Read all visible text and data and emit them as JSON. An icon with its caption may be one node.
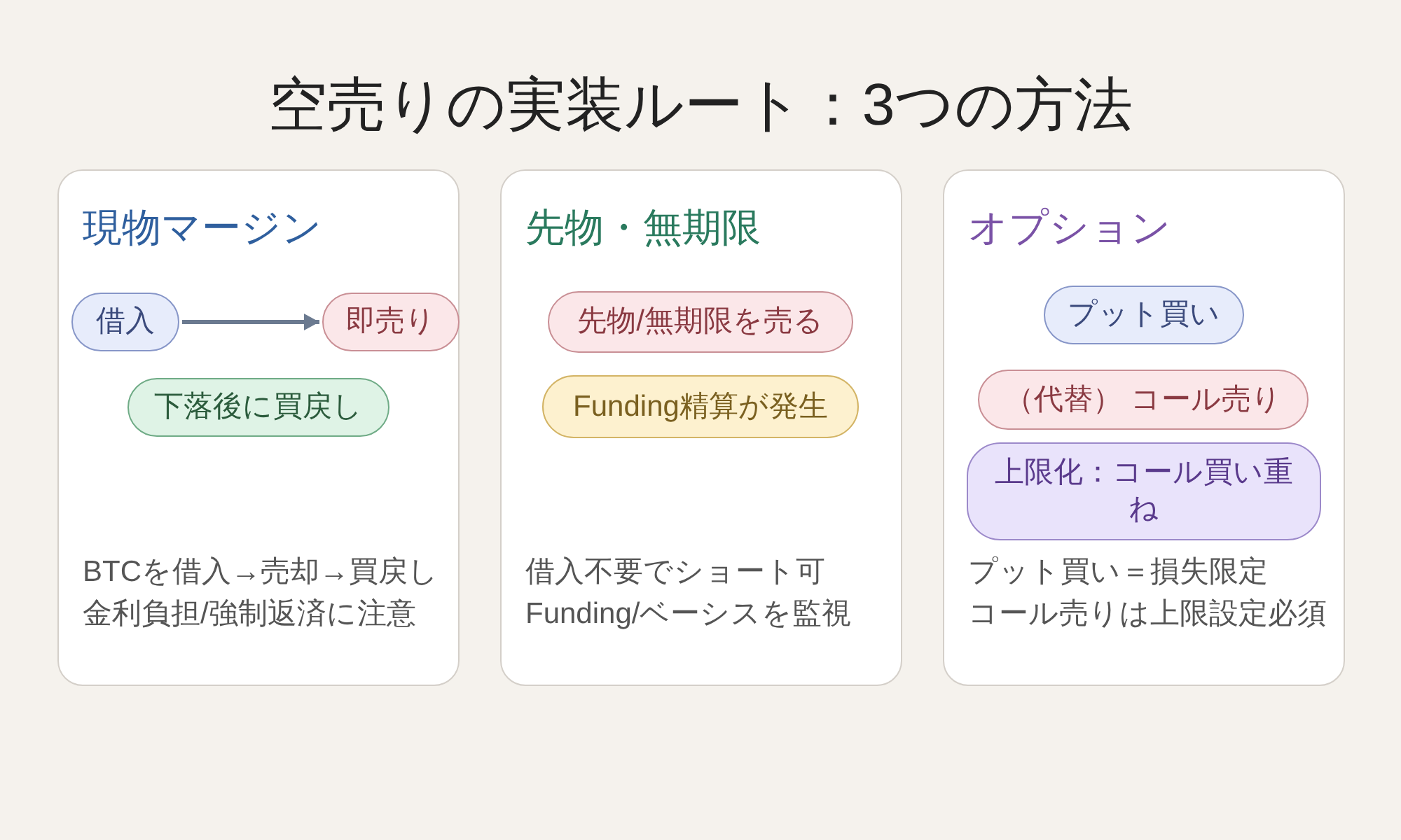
{
  "diagram": {
    "title": "空売りの実装ルート：3つの方法",
    "nodes": [
      {
        "text": [
          "現物マージン",
          "BTCを借入→売却→買戻し",
          "金利負担/強制返済に注意"
        ]
      },
      {
        "text": [
          "借入"
        ],
        "in": 0
      },
      {
        "text": [
          "即売り"
        ],
        "in": 0
      },
      {
        "text": [
          "下落後に買戻し"
        ],
        "in": 0
      },
      {
        "text": [
          "先物・無期限",
          "借入不要でショート可",
          "Funding/ベーシスを監視"
        ]
      },
      {
        "text": [
          "先物/無期限を売る"
        ],
        "in": 4
      },
      {
        "text": [
          "Funding精算が発生"
        ],
        "in": 4
      },
      {
        "text": [
          "オプション",
          "プット買い＝損失限定",
          "コール売りは上限設定必須"
        ]
      },
      {
        "text": [
          "プット買い"
        ],
        "in": 7
      },
      {
        "text": [
          "（代替） コール売り"
        ],
        "in": 7
      },
      {
        "text": [
          "上限化：コール買い重ね"
        ],
        "in": 7
      }
    ],
    "edges": [
      {
        "from": 1,
        "to": 2,
        "arrow": "to"
      }
    ]
  }
}
